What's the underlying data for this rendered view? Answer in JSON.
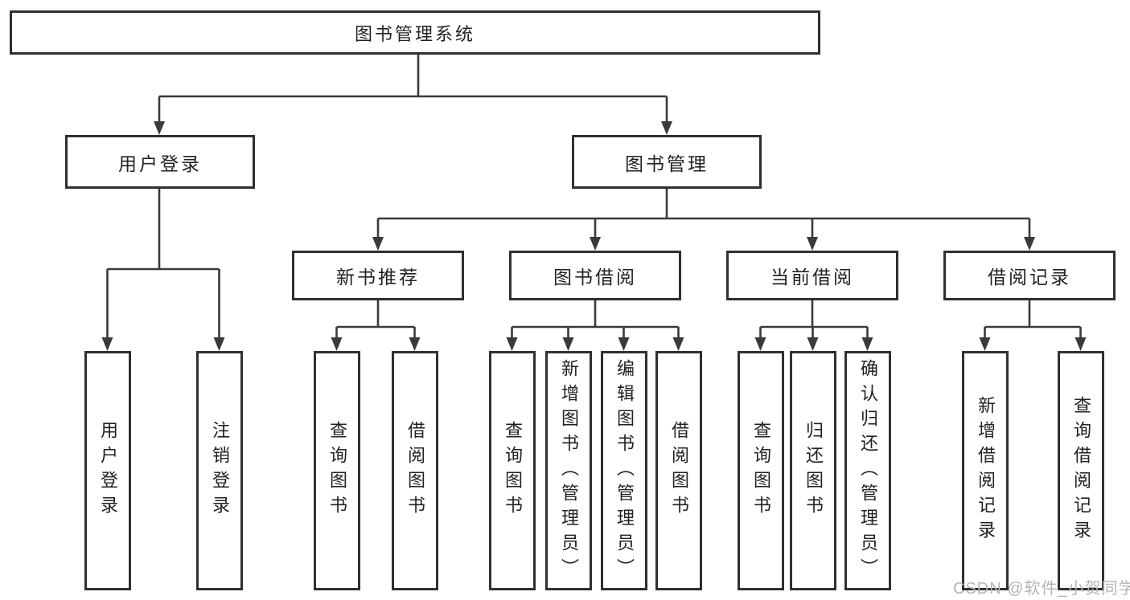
{
  "diagram": {
    "root": {
      "label": "图书管理系统"
    },
    "level2": [
      {
        "label": "用户登录"
      },
      {
        "label": "图书管理"
      }
    ],
    "level3": [
      {
        "label": "新书推荐"
      },
      {
        "label": "图书借阅"
      },
      {
        "label": "当前借阅"
      },
      {
        "label": "借阅记录"
      }
    ],
    "leaves": {
      "user_login": [
        {
          "label": "用户登录"
        },
        {
          "label": "注销登录"
        }
      ],
      "new_rec": [
        {
          "label": "查询图书"
        },
        {
          "label": "借阅图书"
        }
      ],
      "book_borrow": [
        {
          "label": "查询图书"
        },
        {
          "label": "新增图书（管理员）"
        },
        {
          "label": "编辑图书（管理员）"
        },
        {
          "label": "借阅图书"
        }
      ],
      "current_borrow": [
        {
          "label": "查询图书"
        },
        {
          "label": "归还图书"
        },
        {
          "label": "确认归还（管理员）"
        }
      ],
      "borrow_records": [
        {
          "label": "新增借阅记录"
        },
        {
          "label": "查询借阅记录"
        }
      ]
    }
  },
  "watermark": "CSDN @软件_小贺同学",
  "colors": {
    "line": "#3a3a3a",
    "box_border": "#303030",
    "text": "#222222",
    "watermark": "#b5b5b5",
    "background": "#ffffff"
  }
}
